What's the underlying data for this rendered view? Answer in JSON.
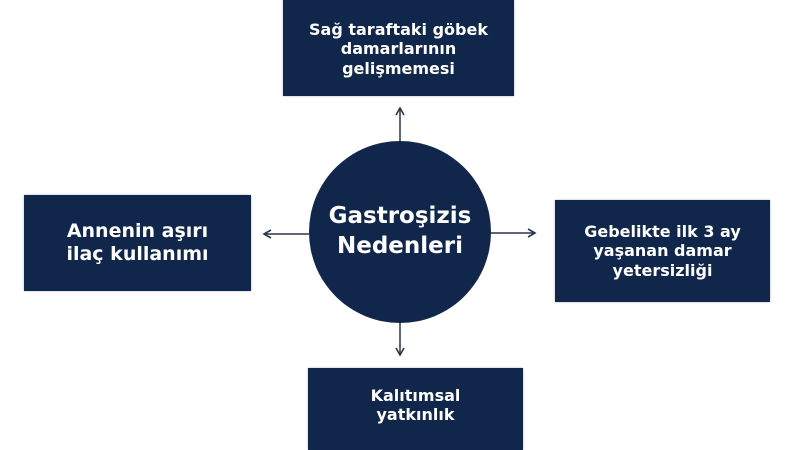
{
  "diagram": {
    "center": {
      "label_line1": "Gastroşizis",
      "label_line2": "Nedenleri"
    },
    "nodes": {
      "top": {
        "line1": "Sağ taraftaki göbek",
        "line2": "damarlarının",
        "line3": "gelişmemesi"
      },
      "left": {
        "line1": "Annenin aşırı",
        "line2": "ilaç kullanımı"
      },
      "right": {
        "line1": "Gebelikte ilk 3 ay",
        "line2": "yaşanan damar",
        "line3": "yetersizliği"
      },
      "bottom": {
        "line1": "Kalıtımsal",
        "line2": "yatkınlık"
      }
    },
    "colors": {
      "node_fill": "#10264a",
      "text": "#ffffff",
      "arrow": "#2b3548",
      "background": "#ffffff"
    }
  }
}
